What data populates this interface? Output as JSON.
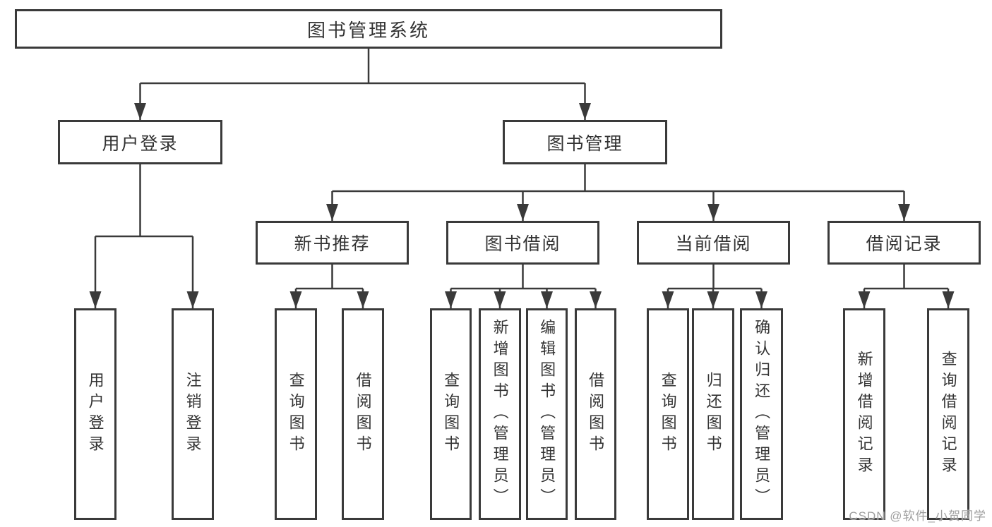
{
  "diagram": {
    "type": "hierarchy-tree",
    "nodes": {
      "root": {
        "label": "图书管理系统"
      },
      "user_login": {
        "label": "用户登录"
      },
      "book_mgmt": {
        "label": "图书管理"
      },
      "new_book_rec": {
        "label": "新书推荐"
      },
      "book_borrow": {
        "label": "图书借阅"
      },
      "current_borrow": {
        "label": "当前借阅"
      },
      "borrow_record": {
        "label": "借阅记录"
      },
      "leaf_user_login": {
        "label": "用户登录"
      },
      "leaf_logout": {
        "label": "注销登录"
      },
      "nb_query_books": {
        "label": "查询图书"
      },
      "nb_borrow_books": {
        "label": "借阅图书"
      },
      "bb_query_books": {
        "label": "查询图书"
      },
      "bb_add_books": {
        "label": "新增图书（管理员）"
      },
      "bb_edit_books": {
        "label": "编辑图书（管理员）"
      },
      "bb_borrow_books": {
        "label": "借阅图书"
      },
      "cb_query_books": {
        "label": "查询图书"
      },
      "cb_return_books": {
        "label": "归还图书"
      },
      "cb_confirm_return": {
        "label": "确认归还（管理员）"
      },
      "br_add_record": {
        "label": "新增借阅记录"
      },
      "br_query_record": {
        "label": "查询借阅记录"
      }
    },
    "edges": [
      [
        "图书管理系统",
        "用户登录"
      ],
      [
        "图书管理系统",
        "图书管理"
      ],
      [
        "用户登录",
        "用户登录"
      ],
      [
        "用户登录",
        "注销登录"
      ],
      [
        "图书管理",
        "新书推荐"
      ],
      [
        "图书管理",
        "图书借阅"
      ],
      [
        "图书管理",
        "当前借阅"
      ],
      [
        "图书管理",
        "借阅记录"
      ],
      [
        "新书推荐",
        "查询图书"
      ],
      [
        "新书推荐",
        "借阅图书"
      ],
      [
        "图书借阅",
        "查询图书"
      ],
      [
        "图书借阅",
        "新增图书（管理员）"
      ],
      [
        "图书借阅",
        "编辑图书（管理员）"
      ],
      [
        "图书借阅",
        "借阅图书"
      ],
      [
        "当前借阅",
        "查询图书"
      ],
      [
        "当前借阅",
        "归还图书"
      ],
      [
        "当前借阅",
        "确认归还（管理员）"
      ],
      [
        "借阅记录",
        "新增借阅记录"
      ],
      [
        "借阅记录",
        "查询借阅记录"
      ]
    ],
    "colors": {
      "line": "#3a3a3a",
      "box_border": "#3a3a3a",
      "text": "#333333",
      "background": "#ffffff",
      "watermark": "#9f9f9f"
    }
  },
  "watermark": {
    "text": "CSDN @软件_小贺同学"
  }
}
